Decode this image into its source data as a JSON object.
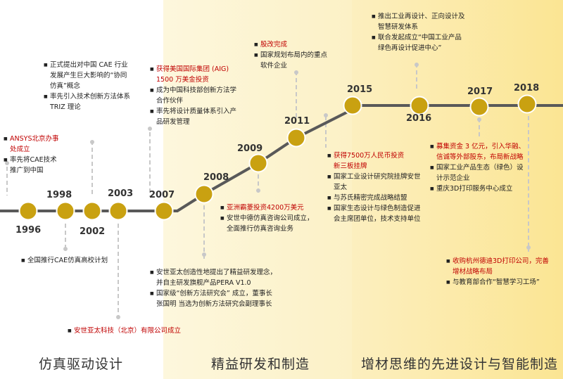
{
  "phases": [
    "仿真驱动设计",
    "精益研发和制造",
    "增材思维的先进设计与智能制造"
  ],
  "colors": {
    "node": "#c9a111",
    "line": "#595959",
    "red": "#c00000",
    "dash": "#c8c8c8"
  },
  "years": [
    "1996",
    "1998",
    "2002",
    "2003",
    "2007",
    "2008",
    "2009",
    "2011",
    "2015",
    "2016",
    "2017",
    "2018"
  ],
  "notes": {
    "n1996": [
      {
        "lines": [
          "ANSYS北京办事",
          "处成立"
        ],
        "red": true
      },
      {
        "lines": [
          "率先将CAE技术",
          "推广到中国"
        ],
        "red": false
      }
    ],
    "n1998a": [
      {
        "lines": [
          "正式提出对中国 CAE 行业",
          "发展产生巨大影响的“协同",
          "仿真”概念"
        ],
        "red": false
      },
      {
        "lines": [
          "率先引入技术创新方法体系",
          "TRIZ 理论"
        ],
        "red": false
      }
    ],
    "n1998b": [
      {
        "lines": [
          "全国推行CAE仿真高校计划"
        ],
        "red": false
      }
    ],
    "n2003": [
      {
        "lines": [
          "安世亚太科技（北京）有限公司成立"
        ],
        "red": true
      }
    ],
    "n2007a": [
      {
        "lines": [
          "获得美国国际集团 (AIG)",
          "1500 万美金投资"
        ],
        "red": true
      },
      {
        "lines": [
          "成为中国科技部创新方法学",
          "合作伙伴"
        ],
        "red": false
      },
      {
        "lines": [
          "率先将设计质量体系引入产",
          "品研发管理"
        ],
        "red": false
      }
    ],
    "n2007b": [
      {
        "lines": [
          "安世亚太创造性地提出了精益研发理念，",
          "并自主研发旗舰产品PERA V1.0"
        ],
        "red": false
      },
      {
        "lines": [
          "国家级“创新方法研究会” 成立，董事长",
          "张国明 当选为创新方法研究会副理事长"
        ],
        "red": false
      }
    ],
    "n2009": [
      {
        "lines": [
          "亚洲霸菱投资4200万美元"
        ],
        "red": true
      },
      {
        "lines": [
          "安世中德仿真咨询公司成立，",
          "全面推行仿真咨询业务"
        ],
        "red": false
      }
    ],
    "n2011": [
      {
        "lines": [
          "股改完成"
        ],
        "red": true
      },
      {
        "lines": [
          "国家规划布局内的重点",
          "软件企业"
        ],
        "red": false
      }
    ],
    "n2015": [
      {
        "lines": [
          "获得7500万人民币投资",
          "新三板挂牌"
        ],
        "red": true
      },
      {
        "lines": [
          "国家工业设计研究院挂牌安世",
          "亚太"
        ],
        "red": false
      },
      {
        "lines": [
          "与苏氏精密完成战略结盟"
        ],
        "red": false
      },
      {
        "lines": [
          "国家生态设计与绿色制造促进",
          "会主席团单位，技术支持单位"
        ],
        "red": false
      }
    ],
    "n2016": [
      {
        "lines": [
          "推出工业再设计、正向设计及",
          "智慧研发体系"
        ],
        "red": false
      },
      {
        "lines": [
          "联合发起成立“中国工业产品",
          "绿色再设计促进中心”"
        ],
        "red": false
      }
    ],
    "n2017": [
      {
        "lines": [
          "募集资金 3 亿元，引入华融、",
          "信诚等外部股东，布局新战略"
        ],
        "red": true
      },
      {
        "lines": [
          "国家工业产品生态（绿色）设",
          "计示范企业"
        ],
        "red": false
      },
      {
        "lines": [
          "重庆3D打印服务中心成立"
        ],
        "red": false
      }
    ],
    "n2018": [
      {
        "lines": [
          "收购杭州德迪3D打印公司，完善",
          "增材战略布局"
        ],
        "red": true
      },
      {
        "lines": [
          "与教育部合作“智慧学习工场”"
        ],
        "red": false
      }
    ]
  }
}
